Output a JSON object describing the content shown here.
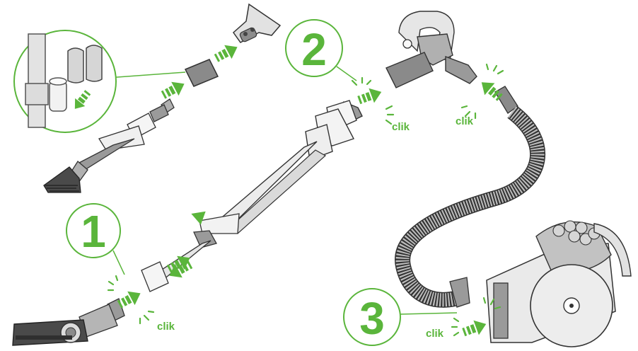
{
  "steps": [
    {
      "number": "1"
    },
    {
      "number": "2"
    },
    {
      "number": "3"
    }
  ],
  "clik_labels": [
    "clik",
    "clik",
    "clik",
    "clik"
  ],
  "colors": {
    "accent": "#5ab53b",
    "part_fill": "#e6e6e6",
    "part_dark": "#8a8a8a",
    "outline": "#333333",
    "clear_part": "#f4f4f4"
  },
  "icons": [
    "push-arrow-icon",
    "click-burst-icon"
  ]
}
